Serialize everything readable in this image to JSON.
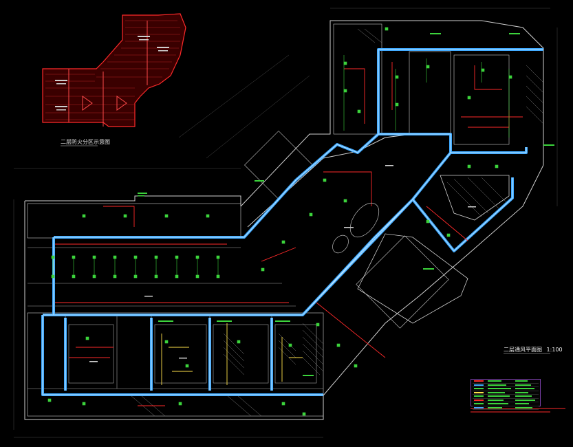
{
  "drawing": {
    "inset_title": "二层防火分区示意图",
    "main_title": "二层通风平面图",
    "main_scale": "1:100",
    "main_subtitle": "",
    "legend_rows": 8
  },
  "colors": {
    "background": "#000000",
    "wall": "#d9d9d9",
    "duct": "#3fa9ff",
    "duct_inner": "#bfe6ff",
    "device": "#3cd43c",
    "pipe_red": "#ff2a2a",
    "pipe_yellow": "#ffe24a",
    "hatch": "#8c8c8c",
    "inset_fill": "#5a0000",
    "inset_outline": "#ff2a2a",
    "inset_hatch": "#cc2a2a",
    "legend_border": "#7a3fa8",
    "legend_accent": "#ff2a2a"
  }
}
